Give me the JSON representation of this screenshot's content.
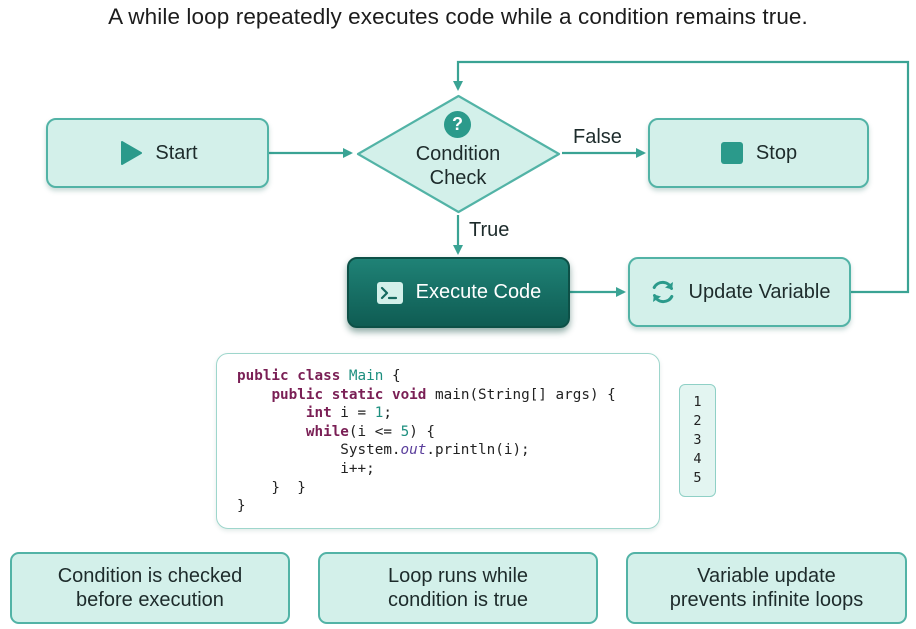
{
  "title": "A while loop repeatedly executes code while a condition remains true.",
  "nodes": {
    "start": {
      "label": "Start",
      "icon": "play-icon"
    },
    "condition": {
      "line1": "Condition",
      "line2": "Check",
      "icon": "question-icon",
      "icon_glyph": "?"
    },
    "stop": {
      "label": "Stop",
      "icon": "stop-icon"
    },
    "execute": {
      "label": "Execute Code",
      "icon": "terminal-icon"
    },
    "update": {
      "label": "Update Variable",
      "icon": "refresh-icon"
    }
  },
  "edges": {
    "false_label": "False",
    "true_label": "True"
  },
  "code": {
    "lines": [
      "public class Main {",
      "    public static void main(String[] args) {",
      "        int i = 1;",
      "        while(i <= 5) {",
      "            System.out.println(i);",
      "            i++;",
      "    }  }",
      "}"
    ]
  },
  "output": {
    "lines": [
      "1",
      "2",
      "3",
      "4",
      "5"
    ]
  },
  "notes": [
    {
      "line1": "Condition is checked",
      "line2": "before execution"
    },
    {
      "line1": "Loop runs while",
      "line2": "condition is true"
    },
    {
      "line1": "Variable update",
      "line2": "prevents infinite loops"
    }
  ],
  "colors": {
    "accent": "#2b9a8b",
    "node_fill": "#d3f0ea",
    "node_border": "#52b3a6",
    "execute_fill": "#15695f",
    "connector": "#3aa394"
  }
}
